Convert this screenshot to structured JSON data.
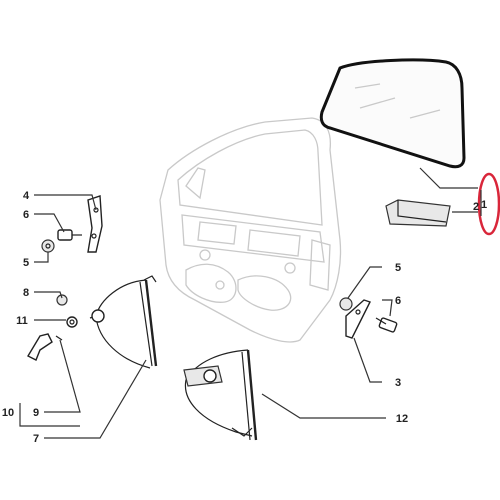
{
  "labels": {
    "l1": "1",
    "l2": "2",
    "l3": "3",
    "l4": "4",
    "l5a": "5",
    "l5b": "5",
    "l6a": "6",
    "l6b": "6",
    "l7": "7",
    "l8": "8",
    "l9": "9",
    "l10": "10",
    "l11": "11",
    "l12": "12"
  },
  "colors": {
    "highlight": "#d9263a",
    "line": "#333333",
    "ghost": "#c9c9c9"
  }
}
